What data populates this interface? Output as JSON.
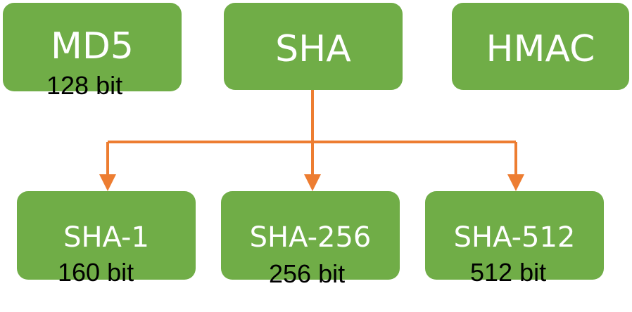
{
  "colors": {
    "box": "#70ad47",
    "arrow": "#ed7d31",
    "title_text": "#ffffff",
    "bit_text": "#000000"
  },
  "nodes": {
    "md5": {
      "label": "MD5",
      "bits": "128 bit"
    },
    "sha": {
      "label": "SHA"
    },
    "hmac": {
      "label": "HMAC"
    },
    "sha1": {
      "label": "SHA-1",
      "bits": "160 bit"
    },
    "sha256": {
      "label": "SHA-256",
      "bits": "256 bit"
    },
    "sha512": {
      "label": "SHA-512",
      "bits": "512 bit"
    }
  }
}
